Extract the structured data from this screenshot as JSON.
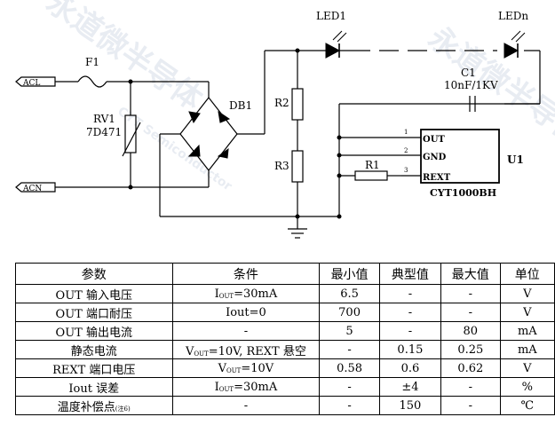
{
  "circuit": {
    "labels": {
      "acl": "ACL",
      "acn": "ACN",
      "f1": "F1",
      "rv1": "RV1",
      "rv1_value": "7D471",
      "db1": "DB1",
      "r2": "R2",
      "r3": "R3",
      "r1": "R1",
      "led1": "LED1",
      "ledn": "LEDn",
      "c1": "C1",
      "c1_value": "10nF/1KV",
      "u1": "U1",
      "chip": "CYT1000BH",
      "pin_out": "OUT",
      "pin_gnd": "GND",
      "pin_rext": "REXT",
      "pin1": "1",
      "pin2": "2",
      "pin3": "3"
    }
  },
  "watermark": {
    "text": "永道微半导体",
    "subtext": "CYT Semiconductor"
  },
  "table": {
    "headers": [
      "参数",
      "条件",
      "最小值",
      "典型值",
      "最大值",
      "单位"
    ],
    "rows": [
      {
        "param": "OUT 输入电压",
        "cond_main": "I",
        "cond_sub": "OUT",
        "cond_rest": "=30mA",
        "min": "6.5",
        "typ": "-",
        "max": "-",
        "unit": "V"
      },
      {
        "param": "OUT 端口耐压",
        "cond_main": "Iout=0",
        "cond_sub": "",
        "cond_rest": "",
        "min": "700",
        "typ": "-",
        "max": "-",
        "unit": "V"
      },
      {
        "param": "OUT 输出电流",
        "cond_main": "-",
        "cond_sub": "",
        "cond_rest": "",
        "min": "5",
        "typ": "-",
        "max": "80",
        "unit": "mA"
      },
      {
        "param": "静态电流",
        "cond_main": "V",
        "cond_sub": "OUT",
        "cond_rest": "=10V, REXT 悬空",
        "min": "-",
        "typ": "0.15",
        "max": "0.25",
        "unit": "mA"
      },
      {
        "param": "REXT 端口电压",
        "cond_main": "V",
        "cond_sub": "OUT",
        "cond_rest": "=10V",
        "min": "0.58",
        "typ": "0.6",
        "max": "0.62",
        "unit": "V"
      },
      {
        "param": "Iout 误差",
        "cond_main": "I",
        "cond_sub": "OUT",
        "cond_rest": "=30mA",
        "min": "-",
        "typ": "±4",
        "max": "-",
        "unit": "%"
      },
      {
        "param": "温度补偿点",
        "param_note": "(注6)",
        "cond_main": "-",
        "cond_sub": "",
        "cond_rest": "",
        "min": "-",
        "typ": "150",
        "max": "-",
        "unit": "℃"
      }
    ]
  }
}
